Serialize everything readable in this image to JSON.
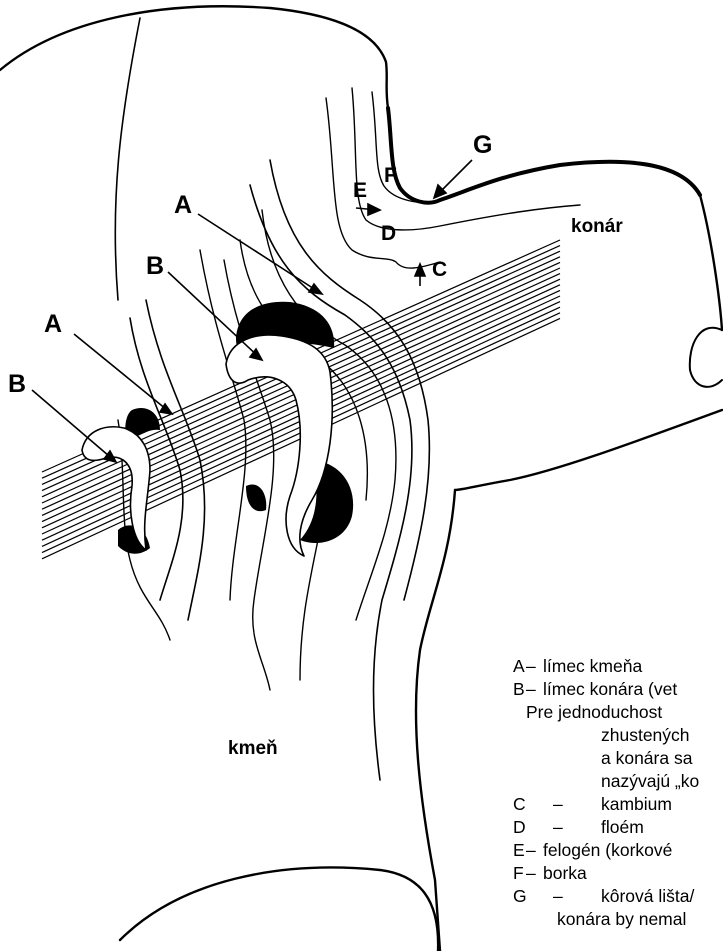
{
  "diagram": {
    "labels": {
      "A1": "A",
      "A2": "A",
      "B1": "B",
      "B2": "B",
      "C": "C",
      "D": "D",
      "E": "E",
      "F": "F",
      "G": "G"
    },
    "words": {
      "branch": "konár",
      "trunk": "kmeň"
    }
  },
  "legend": {
    "items": [
      {
        "key": "A",
        "dash": "–",
        "text": "límec kmeňa"
      },
      {
        "key": "B",
        "dash": "–",
        "text": "límec konára (vet"
      },
      {
        "key": "",
        "dash": "",
        "text": "Pre jednoduchost"
      },
      {
        "key": "",
        "dash": "",
        "text": "zhustených"
      },
      {
        "key": "",
        "dash": "",
        "text": "a konára sa"
      },
      {
        "key": "",
        "dash": "",
        "text": "nazývajú „ko"
      },
      {
        "key": "C",
        "dash": "–",
        "text": "kambium"
      },
      {
        "key": "D",
        "dash": "–",
        "text": "floém"
      },
      {
        "key": "E",
        "dash": "–",
        "text": "felogén (korkové"
      },
      {
        "key": "F",
        "dash": "–",
        "text": "borka"
      },
      {
        "key": "G",
        "dash": "–",
        "text": "kôrová lišta/"
      },
      {
        "key": "",
        "dash": "",
        "text": "konára by nemal"
      }
    ]
  }
}
